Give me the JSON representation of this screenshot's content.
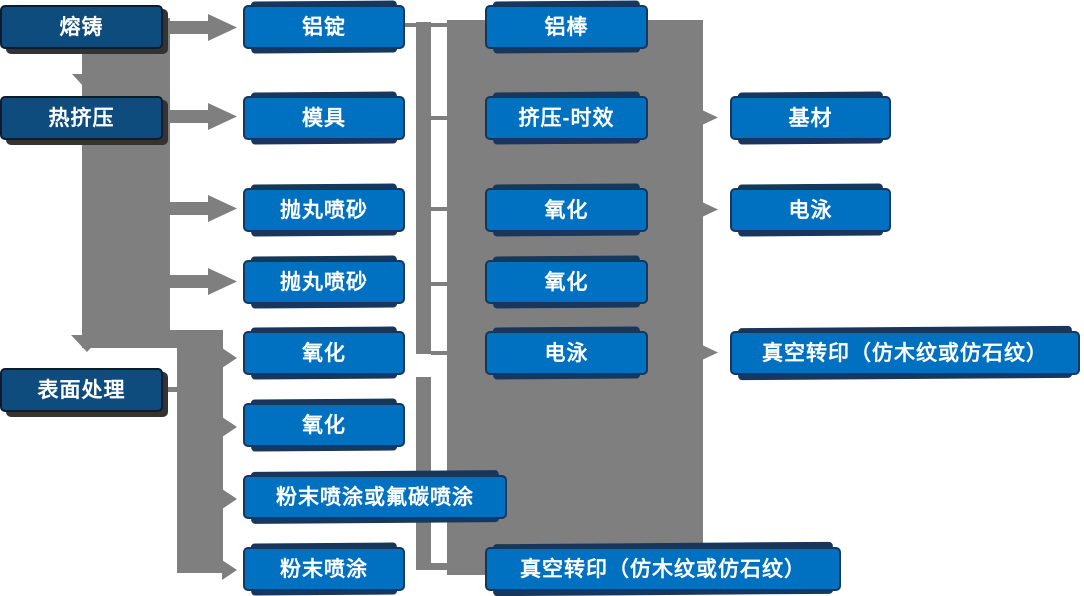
{
  "palette": {
    "blue": "#0071C1",
    "blue_border": "#16365C",
    "blue_backing": "#17375E",
    "dark": "#0E4C7D",
    "dark_border": "#0C1B2E",
    "dark_shadow": "#333333",
    "gray": "#7F7F7F",
    "text": "#FFFFFF",
    "bg": "#FFFFFF"
  },
  "nodes": {
    "col1": [
      "熔铸",
      "热挤压",
      "表面处理"
    ],
    "col2": [
      "铝锭",
      "模具",
      "抛丸喷砂",
      "抛丸喷砂",
      "氧化",
      "氧化",
      "粉末喷涂或氟碳喷涂",
      "粉末喷涂"
    ],
    "col3": [
      "铝棒",
      "挤压-时效",
      "氧化",
      "氧化",
      "电泳",
      "真空转印（仿木纹或仿石纹）"
    ],
    "col4": [
      "基材",
      "电泳",
      "真空转印（仿木纹或仿石纹）"
    ]
  }
}
